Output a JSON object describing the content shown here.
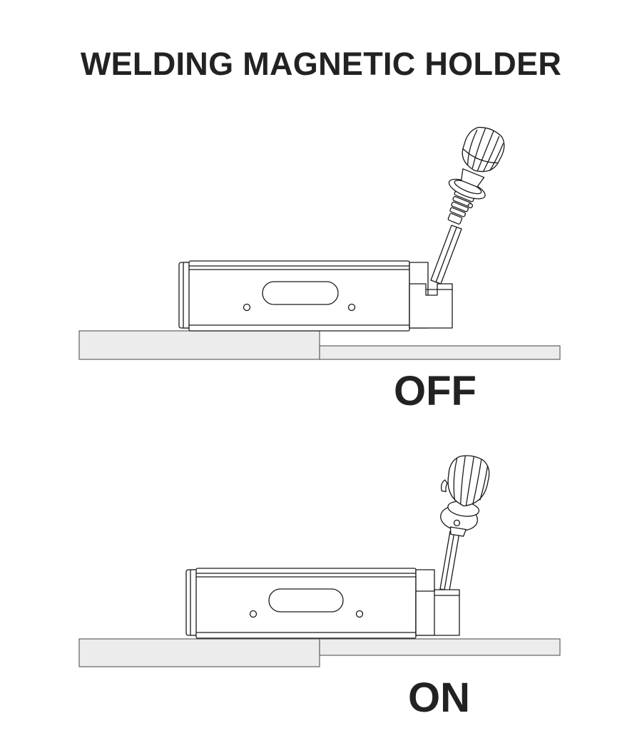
{
  "title": "WELDING MAGNETIC HOLDER",
  "states": [
    {
      "label": "OFF"
    },
    {
      "label": "ON"
    }
  ]
}
